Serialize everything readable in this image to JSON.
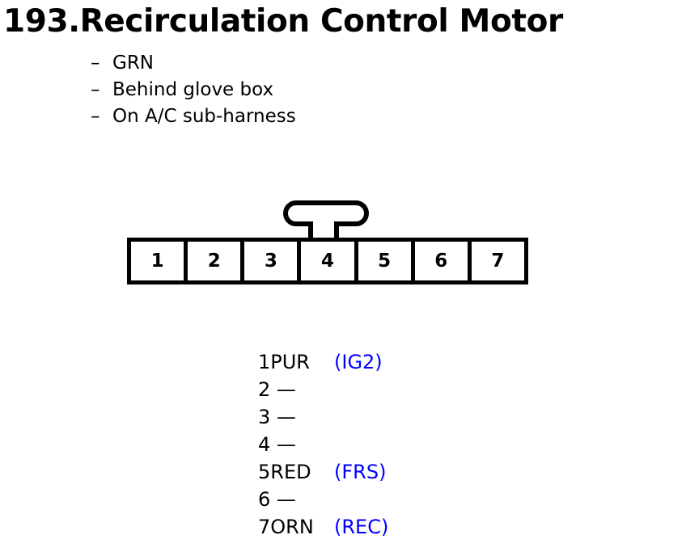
{
  "page": {
    "title": "193.Recirculation Control Motor",
    "background_color": "#ffffff",
    "text_color": "#000000",
    "accent_color": "#0000ff"
  },
  "notes": {
    "bullet_char": "–",
    "items": [
      {
        "dash": "–",
        "text": "GRN"
      },
      {
        "dash": "–",
        "text": "Behind glove box"
      },
      {
        "dash": "–",
        "text": "On A/C sub-harness"
      }
    ]
  },
  "connector": {
    "latch_icon": "connector-latch-tab",
    "latch_over_pin": "4",
    "pin_count": "7",
    "pins": [
      {
        "number": "1"
      },
      {
        "number": "2"
      },
      {
        "number": "3"
      },
      {
        "number": "4"
      },
      {
        "number": "5"
      },
      {
        "number": "6"
      },
      {
        "number": "7"
      }
    ]
  },
  "pin_list": {
    "empty_marker": "—",
    "rows": [
      {
        "id": "1PUR",
        "signal": "(IG2)"
      },
      {
        "id": "2 —",
        "signal": ""
      },
      {
        "id": "3 —",
        "signal": ""
      },
      {
        "id": "4 —",
        "signal": ""
      },
      {
        "id": "5RED",
        "signal": "(FRS)"
      },
      {
        "id": "6 —",
        "signal": ""
      },
      {
        "id": "7ORN",
        "signal": "(REC)"
      }
    ]
  }
}
